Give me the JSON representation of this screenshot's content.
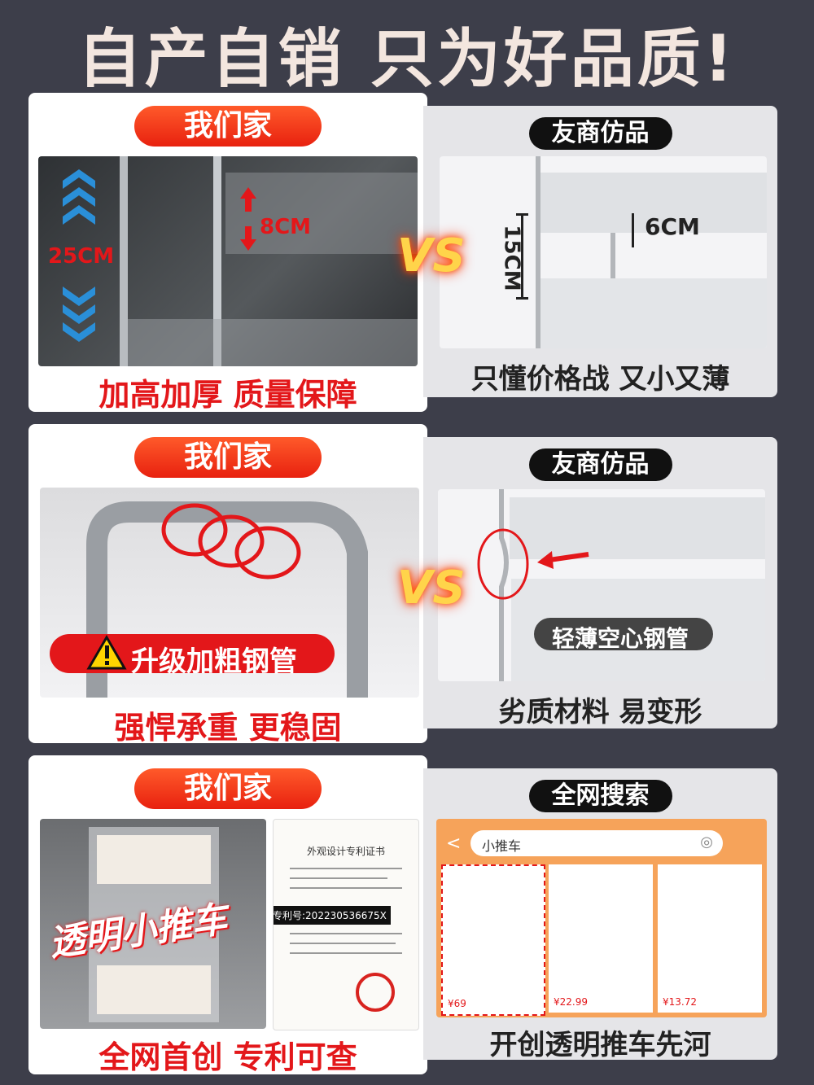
{
  "headline": "自产自销 只为好品质!",
  "vs_text": "VS",
  "row1": {
    "ours_label": "我们家",
    "ours_height": "25CM",
    "ours_gap": "8CM",
    "ours_caption": "加高加厚 质量保障",
    "theirs_label": "友商仿品",
    "theirs_height": "15CM",
    "theirs_gap": "6CM",
    "theirs_caption": "只懂价格战 又小又薄"
  },
  "row2": {
    "ours_label": "我们家",
    "ours_badge": "升级加粗钢管",
    "ours_caption": "强悍承重 更稳固",
    "theirs_label": "友商仿品",
    "theirs_badge": "轻薄空心钢管",
    "theirs_caption": "劣质材料 易变形"
  },
  "row3": {
    "ours_label": "我们家",
    "product_title": "透明小推车",
    "patent_no": "专利号:202230536675X",
    "certificate_title": "外观设计专利证书",
    "ours_caption": "全网首创 专利可查",
    "theirs_label": "全网搜索",
    "search_query": "小推车",
    "result1_price": "¥69",
    "result2_price": "¥22.99",
    "result3_price": "¥13.72",
    "theirs_caption": "开创透明推车先河"
  },
  "colors": {
    "red": "#e3171a",
    "bg": "#3d3e4a"
  }
}
